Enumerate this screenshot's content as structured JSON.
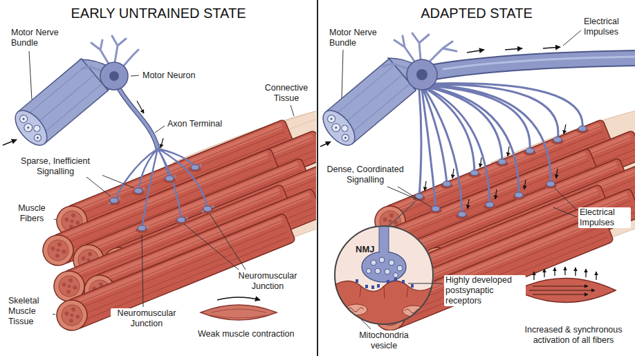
{
  "diagram": {
    "nodes": [
      {
        "text": [
          "EARLY UNTRAINED STATE"
        ]
      },
      {
        "text": [
          "ADAPTED STATE"
        ]
      },
      {
        "text": [
          "NMJ"
        ],
        "in": 1
      }
    ],
    "labels": [
      "Motor Nerve Bundle",
      "Motor Neuron",
      "Axon Terminal",
      "Connective Tissue",
      "Sparse, Inefficient Signalling",
      "Muscle Fibers",
      "Neuromuscular Junction",
      "Neuromuscular Junction",
      "Skeletal Muscle Tissue",
      "Weak muscle contraction",
      "Motor Nerve Bundle",
      "Electrical Impulses",
      "Dense, Coordinated Signalling",
      "Electrical Impulses",
      "Mitochondria vesicle",
      "Highly developed postsynaptic receptors",
      "Increased & synchronous activation of all fibers"
    ]
  }
}
